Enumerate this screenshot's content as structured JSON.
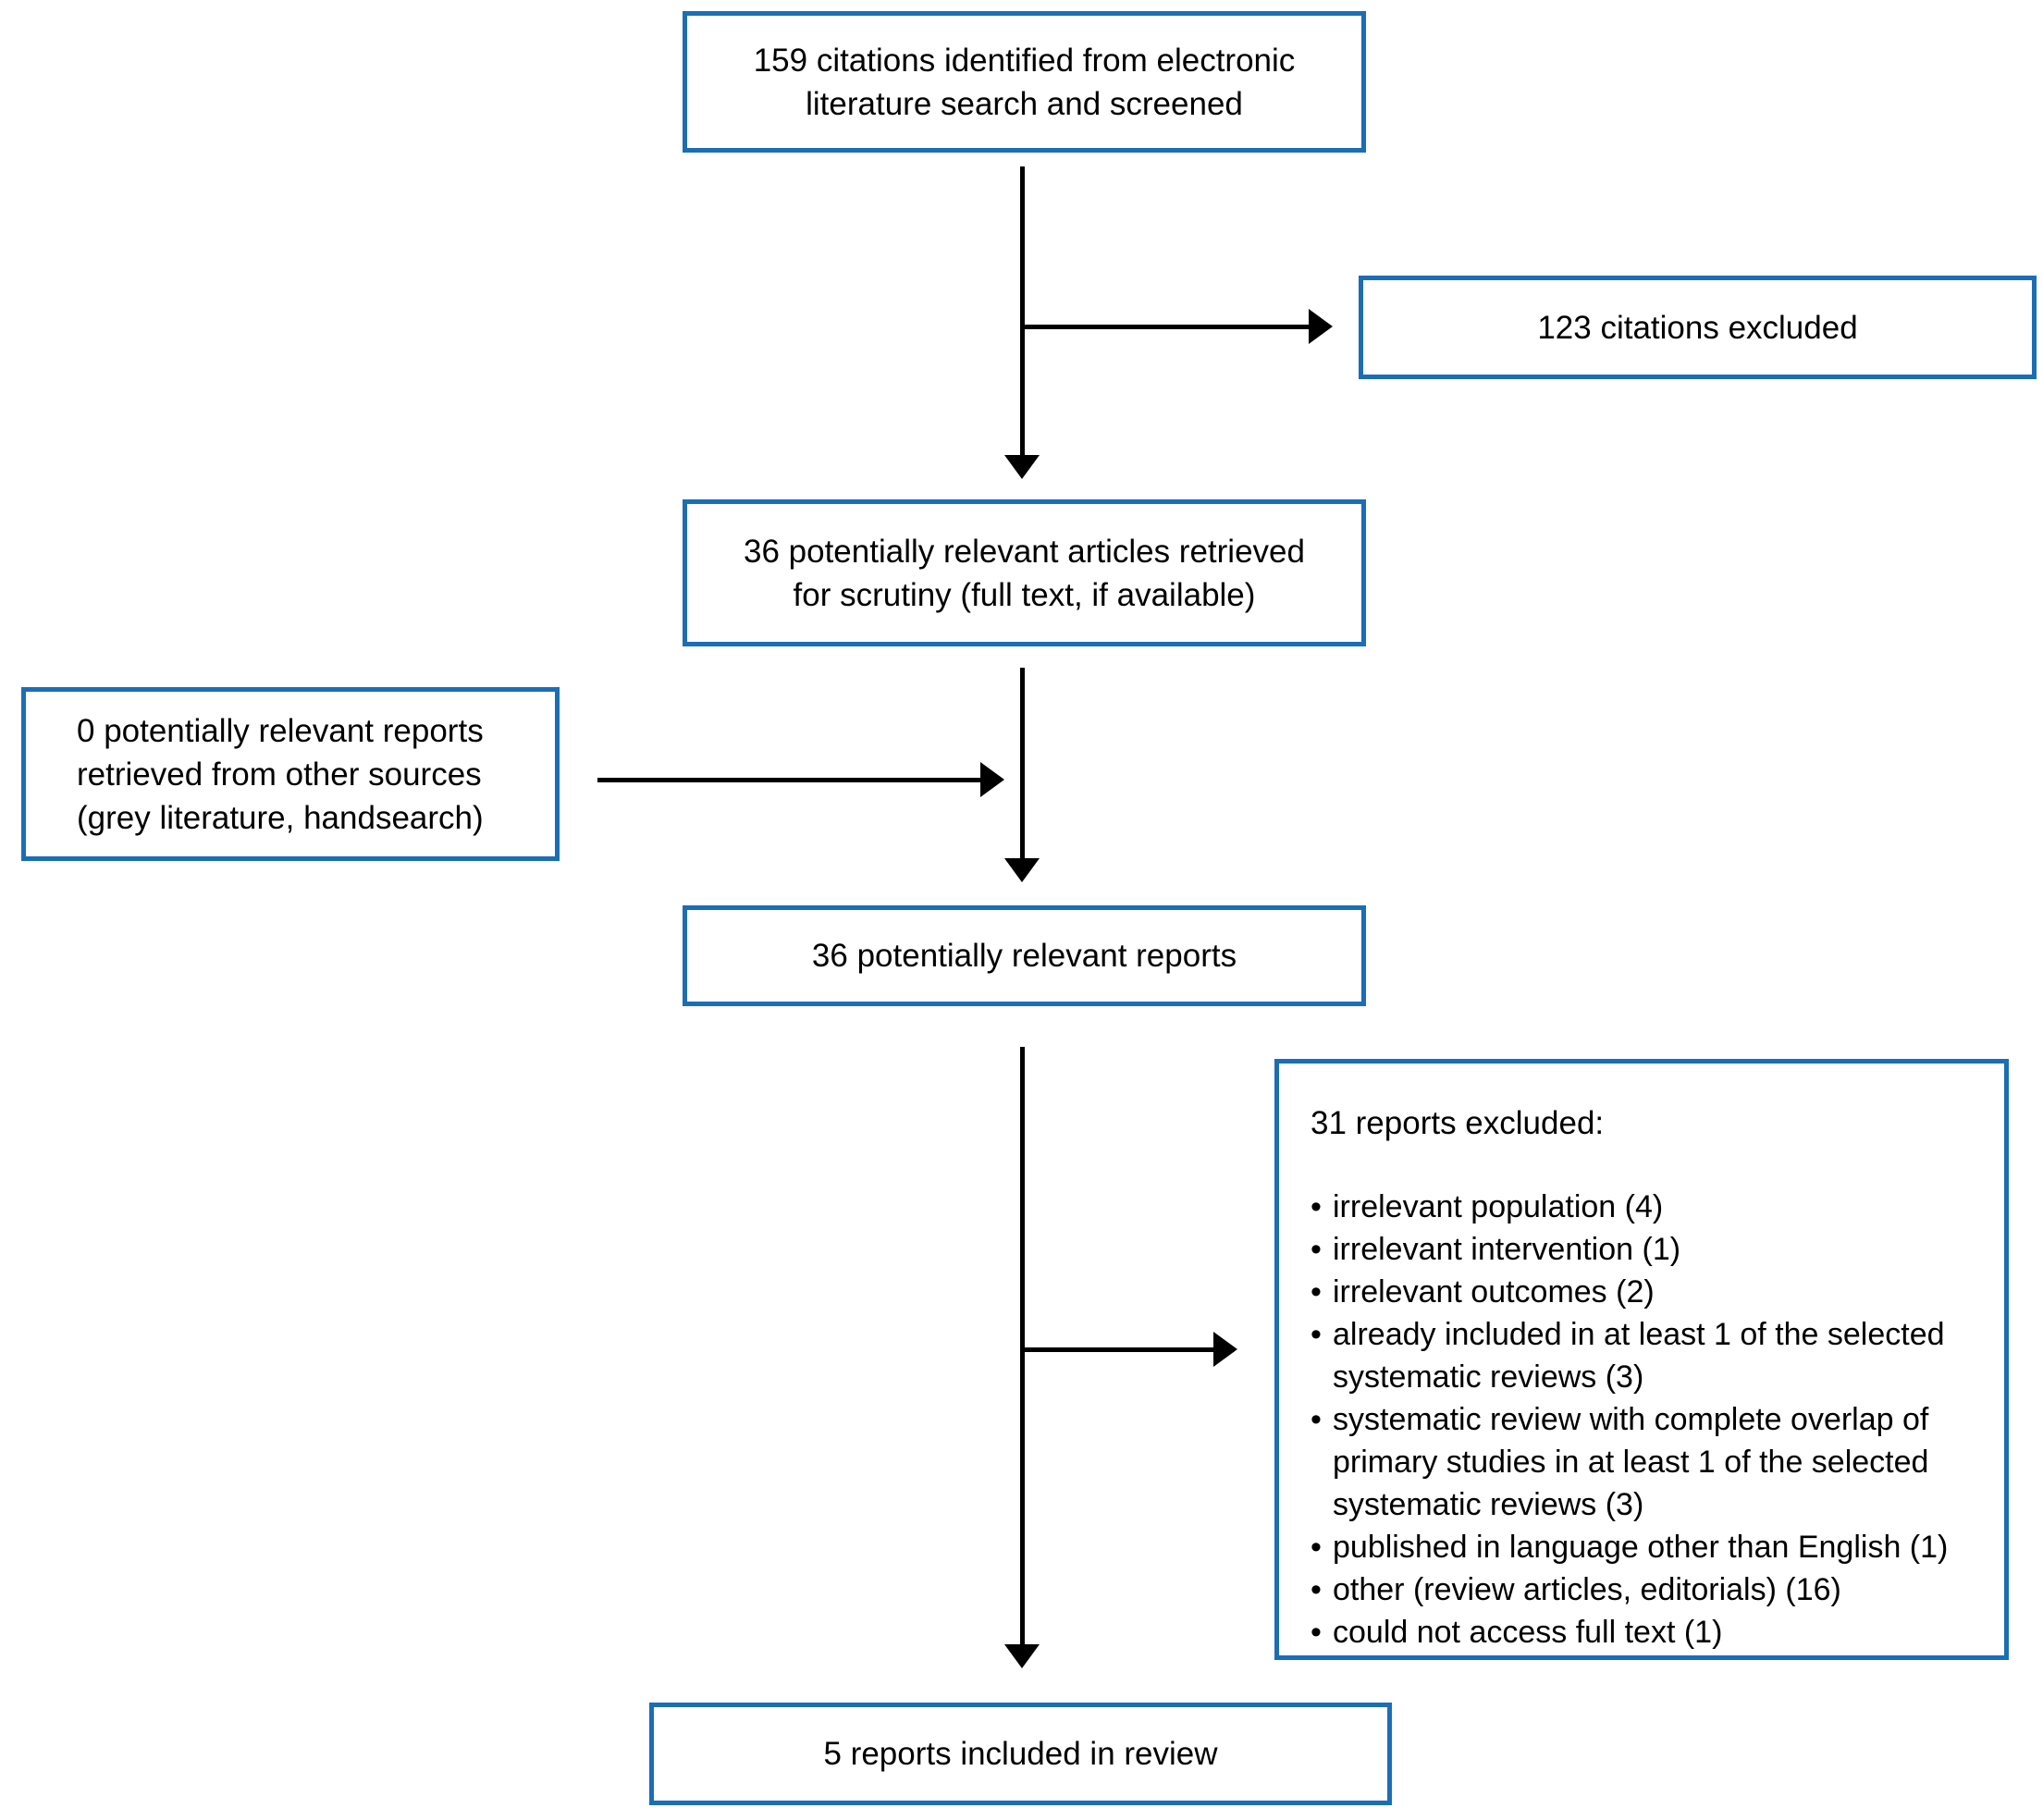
{
  "bullet_char": "•",
  "colors": {
    "box_border": "#1b6eb5",
    "arrow": "#000000",
    "text": "#000000",
    "bg": "#ffffff"
  },
  "boxes": {
    "identified": "159 citations identified from electronic\nliterature search and screened",
    "citations_excluded": "123 citations excluded",
    "retrieved": "36 potentially relevant articles retrieved\nfor scrutiny (full text, if available)",
    "other_sources": "0 potentially relevant reports\nretrieved from other sources\n(grey literature, handsearch)",
    "relevant_reports": "36 potentially relevant reports",
    "reports_excluded_title": "31 reports excluded:",
    "included": "5 reports included in review"
  },
  "excluded_reasons": [
    "irrelevant population (4)",
    "irrelevant intervention (1)",
    "irrelevant outcomes (2)",
    "already included in at least 1 of the selected\nsystematic reviews (3)",
    "systematic review with complete overlap of\nprimary studies in at least 1 of the selected\nsystematic reviews (3)",
    "published in language other than English (1)",
    "other (review articles, editorials) (16)",
    "could not access full text (1)"
  ]
}
